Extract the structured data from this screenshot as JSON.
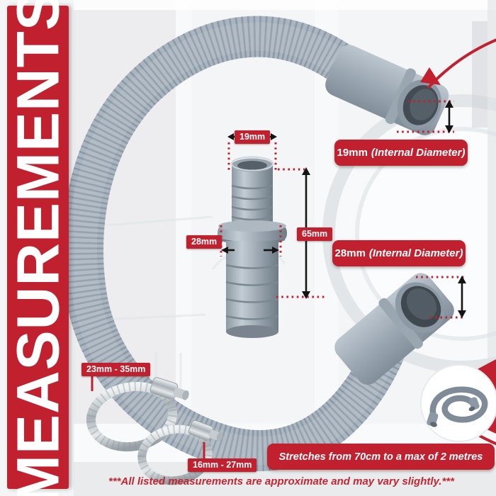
{
  "banner": {
    "text": "MEASUREMENTS"
  },
  "adapter": {
    "top_diameter": "19mm",
    "bottom_diameter": "28mm",
    "length": "65mm"
  },
  "hose_ends": {
    "top": {
      "value": "19mm",
      "detail": "(Internal Diameter)"
    },
    "bottom": {
      "value": "28mm",
      "detail": "(Internal Diameter)"
    }
  },
  "clamps": {
    "large": "23mm - 35mm",
    "small": "16mm - 27mm"
  },
  "stretch_note": "Stretches from 70cm to a max of 2 metres",
  "disclaimer": "***All listed measurements are approximate and may vary slightly.***",
  "colors": {
    "accent_red": "#c1202f",
    "hose_grey": "#a9b5c0",
    "metal_silver": "#c8ced2",
    "dimension_black": "#141414"
  }
}
